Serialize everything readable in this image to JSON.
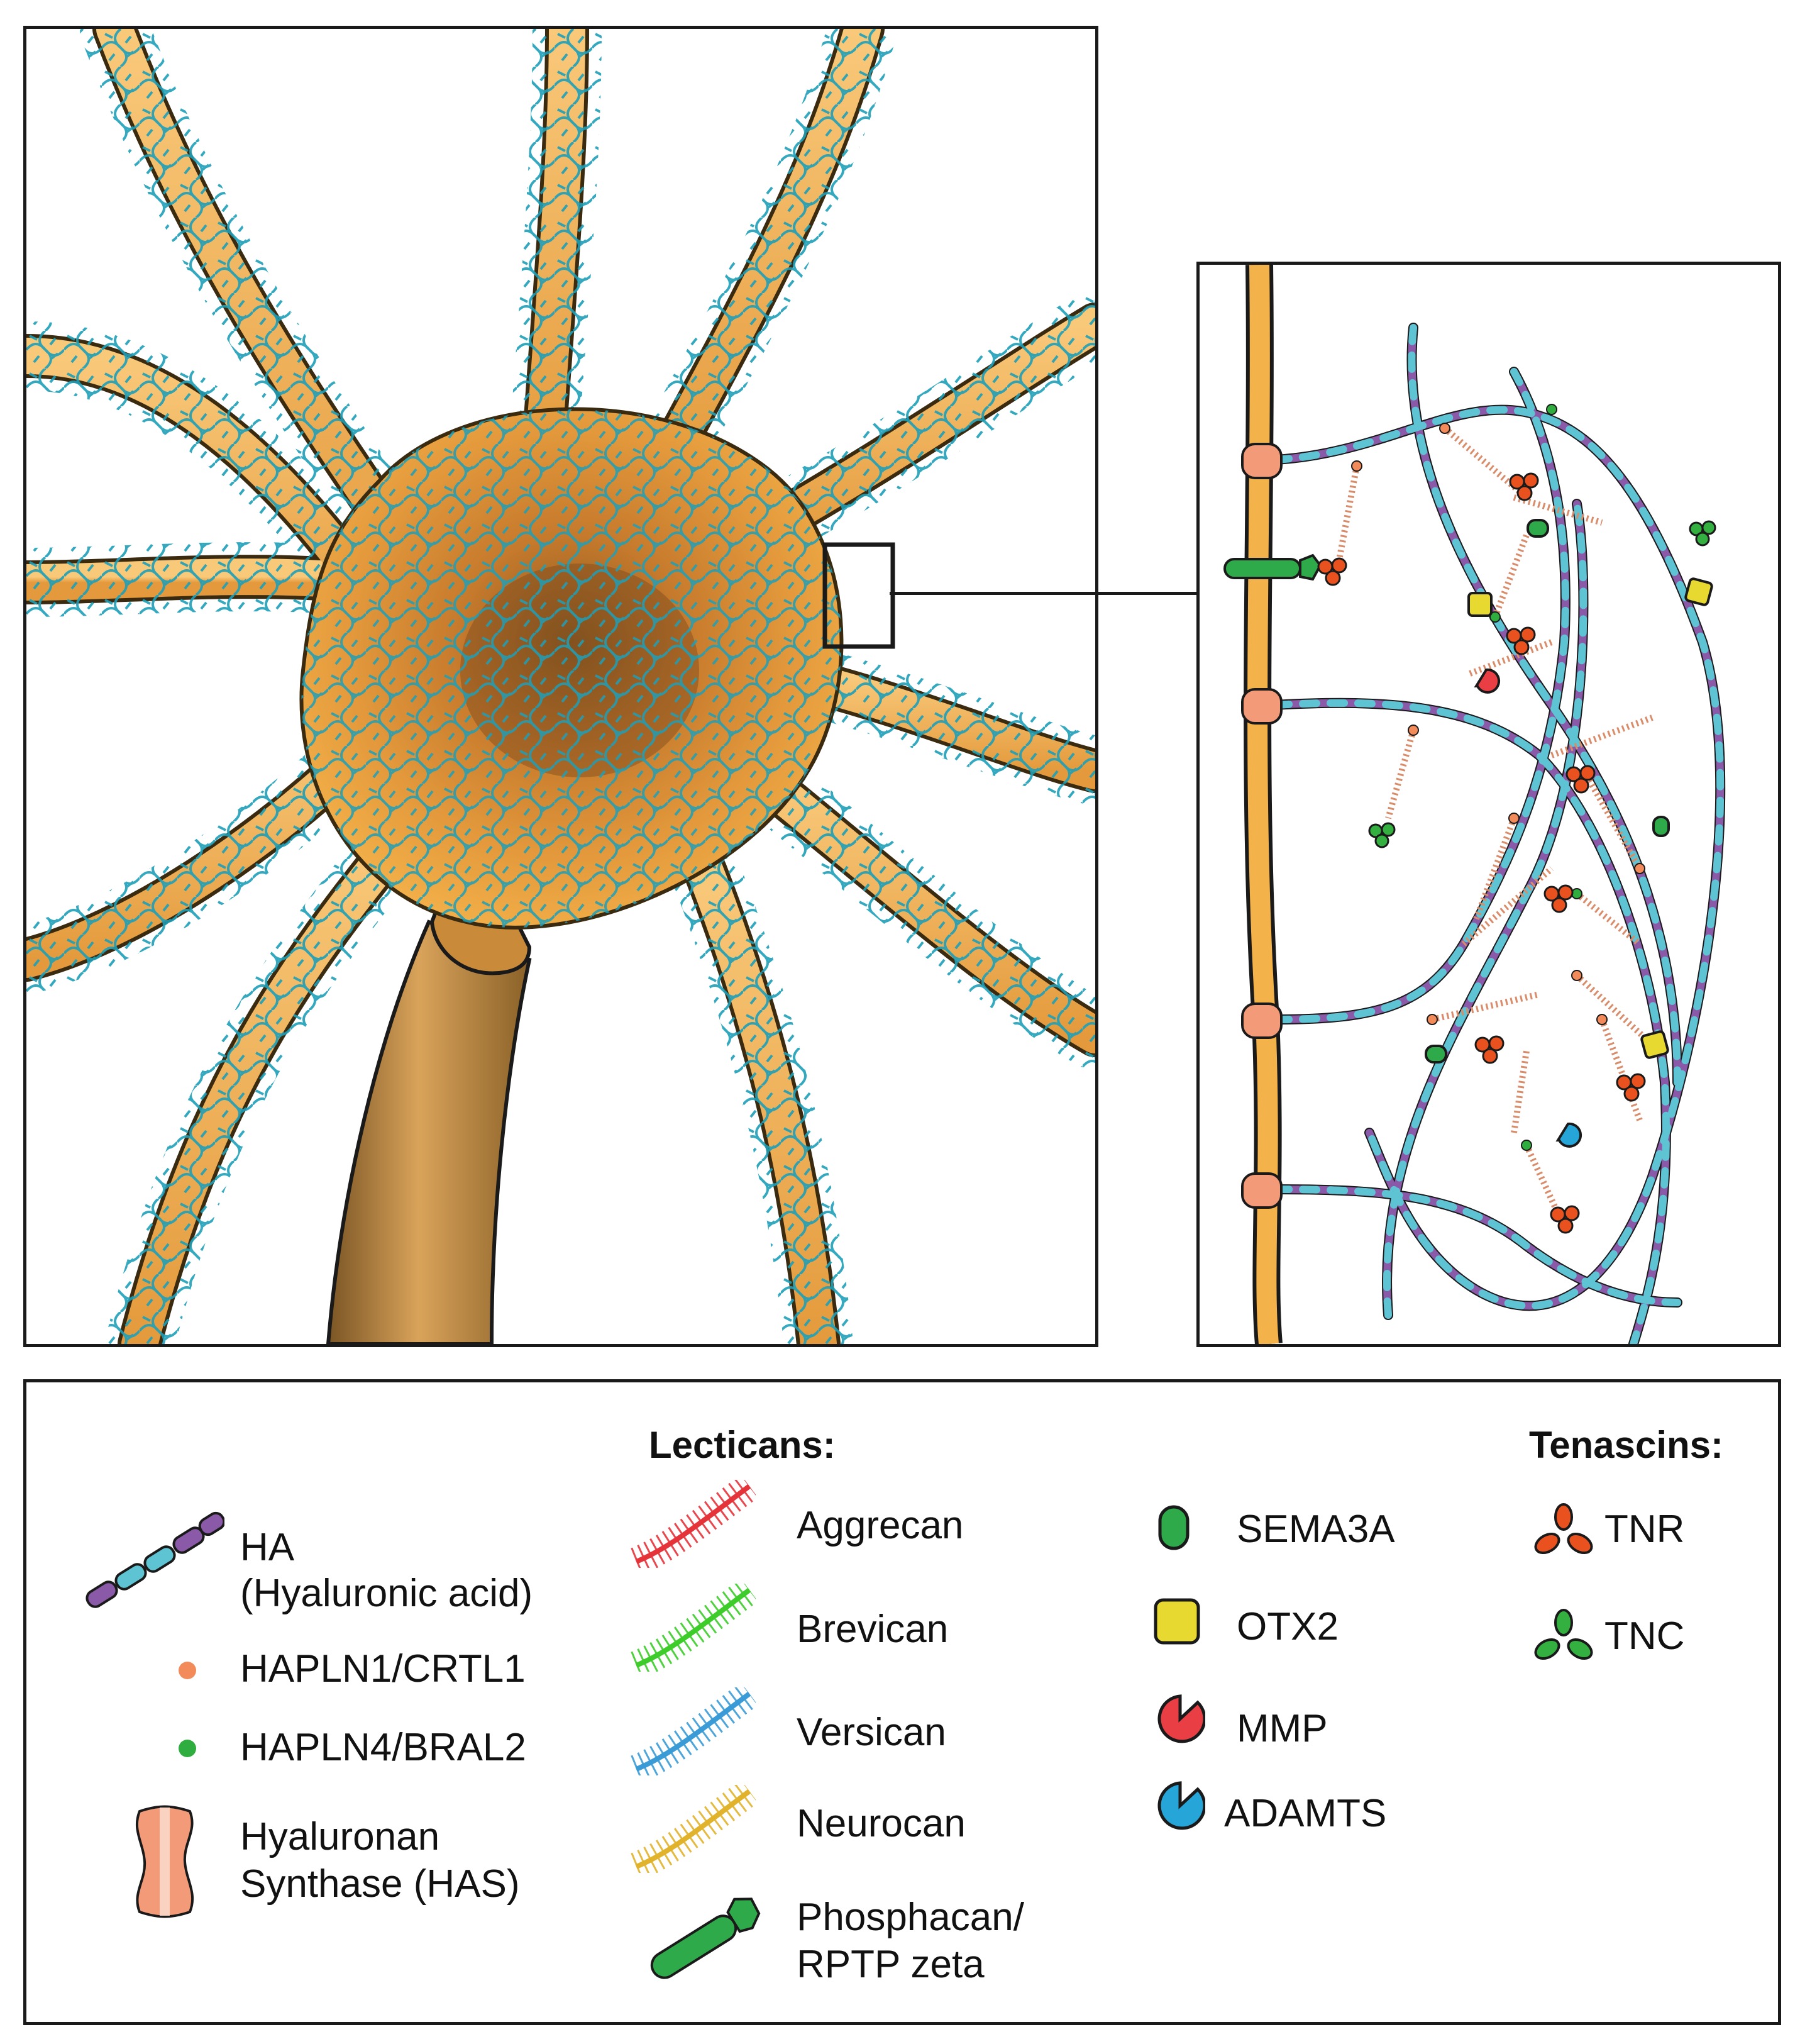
{
  "diagram": {
    "colors": {
      "membrane": "#f4b24a",
      "membrane_outline": "#3a2a10",
      "soma": "#d8892f",
      "axon": "#a97a3a",
      "pnn_mesh": "#1e9fb8",
      "ha_purple": "#8a5aa8",
      "ha_cyan": "#5ec3d3",
      "hapln1": "#f28a5a",
      "hapln4": "#2fae3f",
      "has": "#f39a78",
      "aggrecan": "#e5333a",
      "brevican": "#3dcc2a",
      "versican": "#3a9bd6",
      "neurocan": "#e1b32c",
      "phosphacan": "#2eaa4a",
      "sema3a": "#2eaa4a",
      "otx2": "#e7d930",
      "mmp": "#ea3e45",
      "adamts": "#26a5d8",
      "tnr": "#e9521f",
      "tnc": "#33b040"
    }
  },
  "legend": {
    "lecticans_heading": "Lecticans:",
    "tenascins_heading": "Tenascins:",
    "items": {
      "ha": {
        "line1": "HA",
        "line2": "(Hyaluronic acid)",
        "icon": "hyaluronic-acid-chain-icon"
      },
      "hapln1": {
        "label": "HAPLN1/CRTL1",
        "icon": "orange-dot-icon"
      },
      "hapln4": {
        "label": "HAPLN4/BRAL2",
        "icon": "green-dot-icon"
      },
      "has": {
        "line1": "Hyaluronan",
        "line2": "Synthase (HAS)",
        "icon": "hyaluronan-synthase-icon"
      },
      "aggrecan": {
        "label": "Aggrecan",
        "icon": "red-bristle-icon"
      },
      "brevican": {
        "label": "Brevican",
        "icon": "green-bristle-icon"
      },
      "versican": {
        "label": "Versican",
        "icon": "blue-bristle-icon"
      },
      "neurocan": {
        "label": "Neurocan",
        "icon": "yellow-bristle-icon"
      },
      "phosphacan": {
        "line1": "Phosphacan/",
        "line2": "RPTP zeta",
        "icon": "phosphacan-rod-icon"
      },
      "sema3a": {
        "label": "SEMA3A",
        "icon": "green-capsule-icon"
      },
      "otx2": {
        "label": "OTX2",
        "icon": "yellow-square-icon"
      },
      "mmp": {
        "label": "MMP",
        "icon": "red-pacman-icon"
      },
      "adamts": {
        "label": "ADAMTS",
        "icon": "blue-pacman-icon"
      },
      "tnr": {
        "label": "TNR",
        "icon": "orange-trimer-icon"
      },
      "tnc": {
        "label": "TNC",
        "icon": "green-trimer-icon"
      }
    }
  }
}
